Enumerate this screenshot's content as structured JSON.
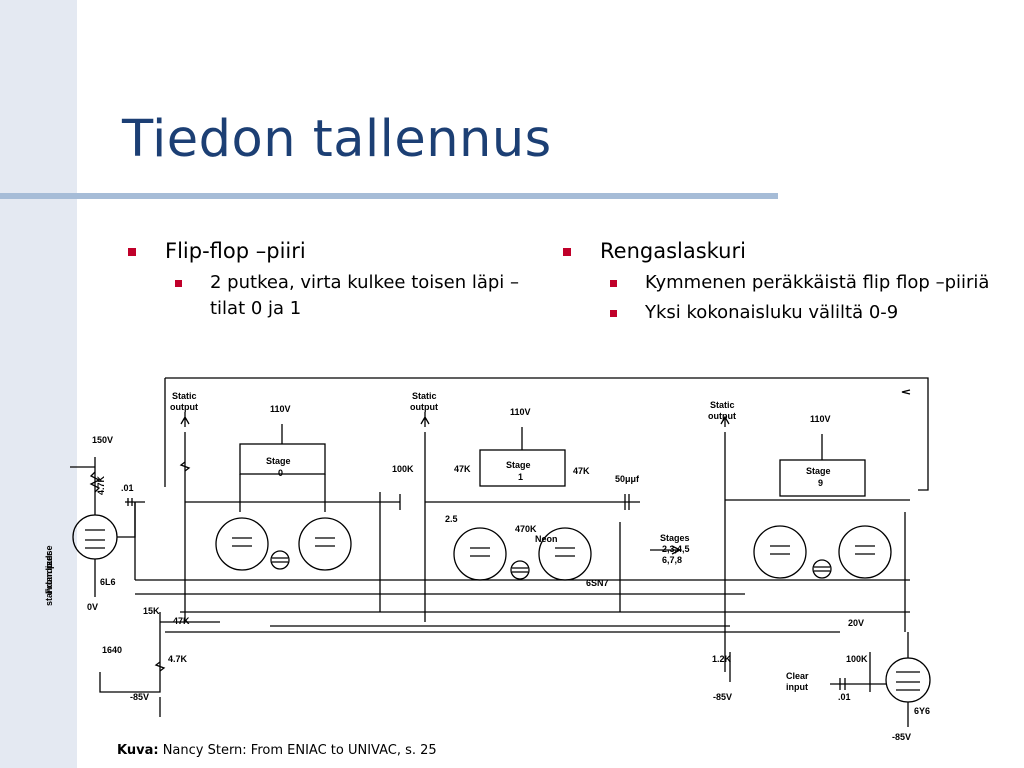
{
  "slide": {
    "title": "Tiedon tallennus",
    "left": {
      "bullet": "Flip-flop –piiri",
      "sub": [
        "2 putkea, virta kulkee toisen läpi – tilat 0 ja 1"
      ]
    },
    "right": {
      "bullet": "Rengaslaskuri",
      "sub": [
        "Kymmenen peräkkäistä flip flop –piiriä",
        "Yksi kokonaisluku väliltä 0-9"
      ]
    },
    "caption": {
      "label": "Kuva:",
      "text": "Nancy Stern: From ENIAC to UNIVAC, s. 25"
    },
    "colors": {
      "title": "#1c3f74",
      "bullet": "#c0002a",
      "rule": "#a6bcd7",
      "band": "#e4e9f2"
    }
  },
  "diagram": {
    "labels": {
      "from_pulse": "From pulse",
      "standardizer": "standardizer",
      "v150": "150V",
      "r47k_a": "4.7K",
      "c01": ".01",
      "tube_6l6": "6L6",
      "v0": "0V",
      "static_output": "Static",
      "output": "output",
      "v110": "110V",
      "stage": "Stage",
      "stage0": "0",
      "stage1": "1",
      "stage9": "9",
      "r100k": "100K",
      "r47k": "47K",
      "r25": "2.5",
      "r470k": "470K",
      "neon": "Neon",
      "c50": "50μμf",
      "stages": "Stages",
      "stages_list": "2,3,4,5",
      "stages_list2": "6,7,8",
      "tube_6sn7": "6SN7",
      "r15k": "15K",
      "r1640": "1640",
      "r47k_b": "4.7K",
      "vneg85": "-85V",
      "r12k": "1.2K",
      "v20": "20V",
      "clear": "Clear",
      "input": "input",
      "c01b": ".01",
      "tube_6y6": "6Y6"
    }
  }
}
